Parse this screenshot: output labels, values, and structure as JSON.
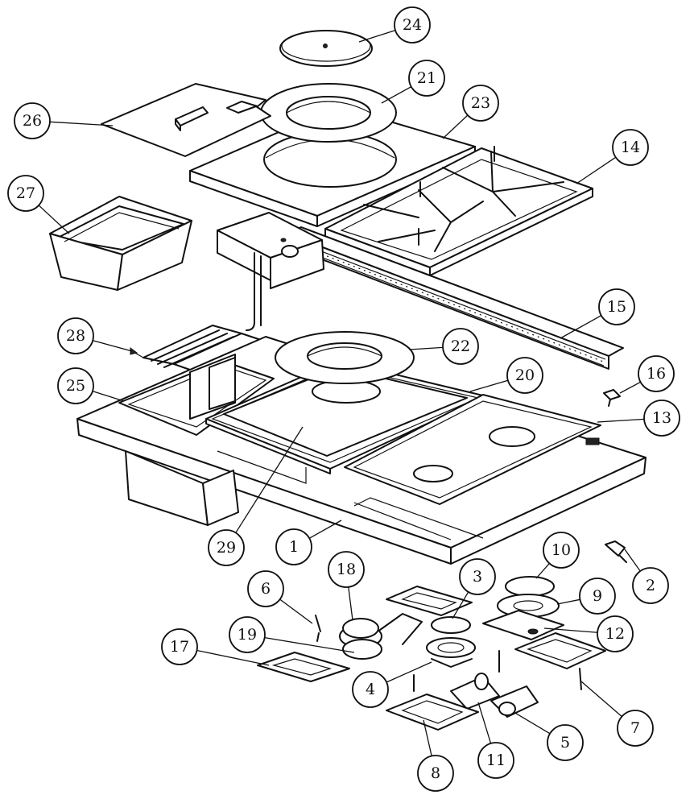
{
  "callouts": [
    {
      "id": "24",
      "label": "24"
    },
    {
      "id": "21",
      "label": "21"
    },
    {
      "id": "23",
      "label": "23"
    },
    {
      "id": "26",
      "label": "26"
    },
    {
      "id": "14",
      "label": "14"
    },
    {
      "id": "27",
      "label": "27"
    },
    {
      "id": "15",
      "label": "15"
    },
    {
      "id": "28",
      "label": "28"
    },
    {
      "id": "22",
      "label": "22"
    },
    {
      "id": "20",
      "label": "20"
    },
    {
      "id": "16",
      "label": "16"
    },
    {
      "id": "25",
      "label": "25"
    },
    {
      "id": "13",
      "label": "13"
    },
    {
      "id": "29",
      "label": "29"
    },
    {
      "id": "1",
      "label": "1"
    },
    {
      "id": "10",
      "label": "10"
    },
    {
      "id": "2",
      "label": "2"
    },
    {
      "id": "18",
      "label": "18"
    },
    {
      "id": "3",
      "label": "3"
    },
    {
      "id": "6",
      "label": "6"
    },
    {
      "id": "9",
      "label": "9"
    },
    {
      "id": "19",
      "label": "19"
    },
    {
      "id": "12",
      "label": "12"
    },
    {
      "id": "17",
      "label": "17"
    },
    {
      "id": "4",
      "label": "4"
    },
    {
      "id": "7",
      "label": "7"
    },
    {
      "id": "5",
      "label": "5"
    },
    {
      "id": "11",
      "label": "11"
    },
    {
      "id": "8",
      "label": "8"
    }
  ]
}
